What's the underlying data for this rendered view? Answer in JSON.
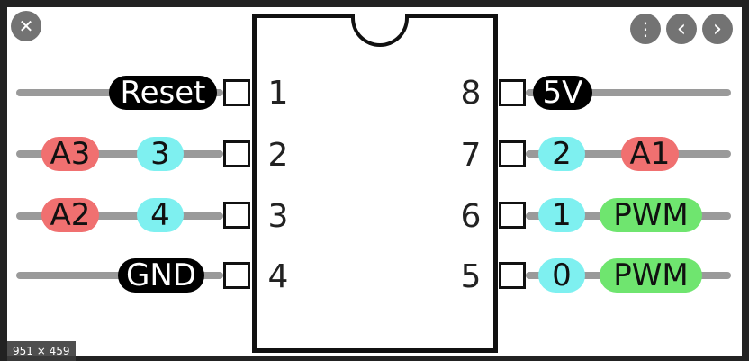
{
  "viewer": {
    "close_glyph": "✕",
    "more_glyph": "⋮",
    "prev_glyph": "‹",
    "next_glyph": "›",
    "dimensions_label": "951 × 459"
  },
  "chip": {
    "left_pins": [
      {
        "number": "1",
        "labels": [
          {
            "text": "Reset",
            "color": "black"
          }
        ]
      },
      {
        "number": "2",
        "labels": [
          {
            "text": "A3",
            "color": "red"
          },
          {
            "text": "3",
            "color": "cyan"
          }
        ]
      },
      {
        "number": "3",
        "labels": [
          {
            "text": "A2",
            "color": "red"
          },
          {
            "text": "4",
            "color": "cyan"
          }
        ]
      },
      {
        "number": "4",
        "labels": [
          {
            "text": "GND",
            "color": "black"
          }
        ]
      }
    ],
    "right_pins": [
      {
        "number": "8",
        "labels": [
          {
            "text": "5V",
            "color": "black"
          }
        ]
      },
      {
        "number": "7",
        "labels": [
          {
            "text": "2",
            "color": "cyan"
          },
          {
            "text": "A1",
            "color": "red"
          }
        ]
      },
      {
        "number": "6",
        "labels": [
          {
            "text": "1",
            "color": "cyan"
          },
          {
            "text": "PWM",
            "color": "green"
          }
        ]
      },
      {
        "number": "5",
        "labels": [
          {
            "text": "0",
            "color": "cyan"
          },
          {
            "text": "PWM",
            "color": "green"
          }
        ]
      }
    ],
    "colors": {
      "black": "#000000",
      "red": "#f07070",
      "cyan": "#7ef0f0",
      "green": "#6fe56f",
      "wire": "#9a9a9a"
    }
  }
}
